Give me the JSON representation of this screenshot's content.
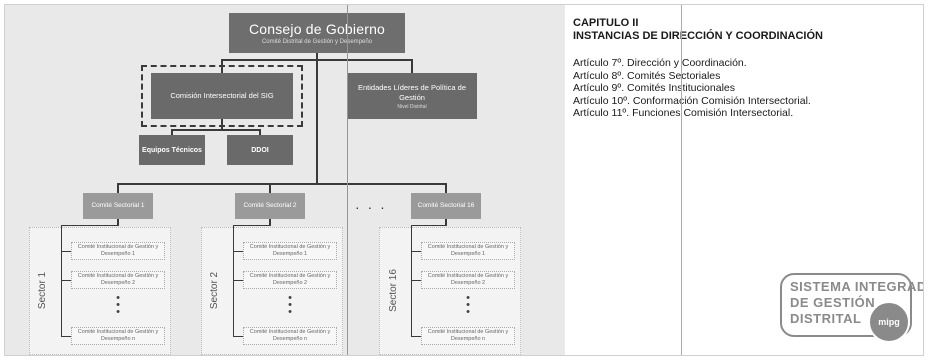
{
  "diagram": {
    "consejo": {
      "title": "Consejo de Gobierno",
      "subtitle": "Comité Distrital de Gestión y Desempeño"
    },
    "comision": {
      "label": "Comisión Intersectorial del SIG"
    },
    "entidades": {
      "label": "Entidades Líderes de Política de Gestión",
      "subtitle": "Nivel Distrital"
    },
    "equipos": {
      "label": "Equipos Técnicos"
    },
    "ddoi": {
      "label": "DDOI"
    },
    "comites": [
      {
        "label": "Comité Sectorial 1",
        "sector": "Sector 1"
      },
      {
        "label": "Comité Sectorial 2",
        "sector": "Sector 2"
      },
      {
        "label": "Comité Sectorial 16",
        "sector": "Sector 16"
      }
    ],
    "ellipsis": "· · ·",
    "inst": {
      "i1": "Comité Institucional de Gestión y Desempeño 1",
      "i2": "Comité Institucional de Gestión y Desempeño 2",
      "in": "Comité Institucional de Gestión y Desempeño n"
    },
    "vdots": "•\n•\n•"
  },
  "text": {
    "chapter": "CAPITULO II",
    "heading": "INSTANCIAS DE DIRECCIÓN Y COORDINACIÓN",
    "articles": [
      "Artículo 7º. Dirección y Coordinación.",
      "Artículo 8º. Comités Sectoriales",
      "Artículo 9º. Comités Institucionales",
      "Artículo 10º. Conformación Comisión Intersectorial.",
      "Artículo 11º. Funciones Comisión Intersectorial."
    ]
  },
  "logo": {
    "line1": "SISTEMA INTEGRADO",
    "line2": "DE GESTIÓN",
    "line3": "DISTRITAL",
    "seal": "mipg"
  }
}
